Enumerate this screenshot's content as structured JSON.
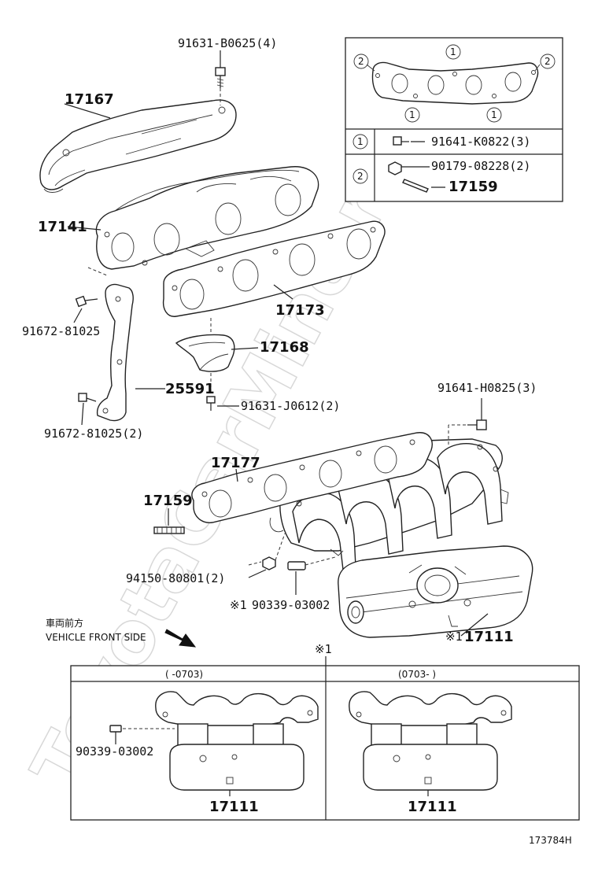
{
  "watermark": "ToyotaCarMine.ru",
  "labels": {
    "p17167": "17167",
    "p91631_b0625": "91631-B0625(4)",
    "p17141": "17141",
    "p17173": "17173",
    "p17168": "17168",
    "p91672_81025": "91672-81025",
    "p25591": "25591",
    "p91631_j0612": "91631-J0612(2)",
    "p91672_81025_2": "91672-81025(2)",
    "p91641_h0825": "91641-H0825(3)",
    "p17177": "17177",
    "p17159": "17159",
    "p94150": "94150-80801(2)",
    "p90339_main": "90339-03002",
    "p17111_main": "17111",
    "mark_90339": "※1",
    "mark_17111": "※1",
    "vehicle_front_jp": "車両前方",
    "vehicle_front_en": "VEHICLE FRONT SIDE",
    "inset_mark": "※1",
    "inset_left_range": "(      -0703)",
    "inset_right_range": "(0703-      )",
    "inset_left_90339": "90339-03002",
    "inset_left_17111": "17111",
    "inset_right_17111": "17111",
    "footer_code": "173784H"
  },
  "legend": {
    "circle1": "1",
    "circle2": "2",
    "row1_part": "91641-K0822(3)",
    "row2_part_a": "90179-08228(2)",
    "row2_part_b": "17159"
  }
}
